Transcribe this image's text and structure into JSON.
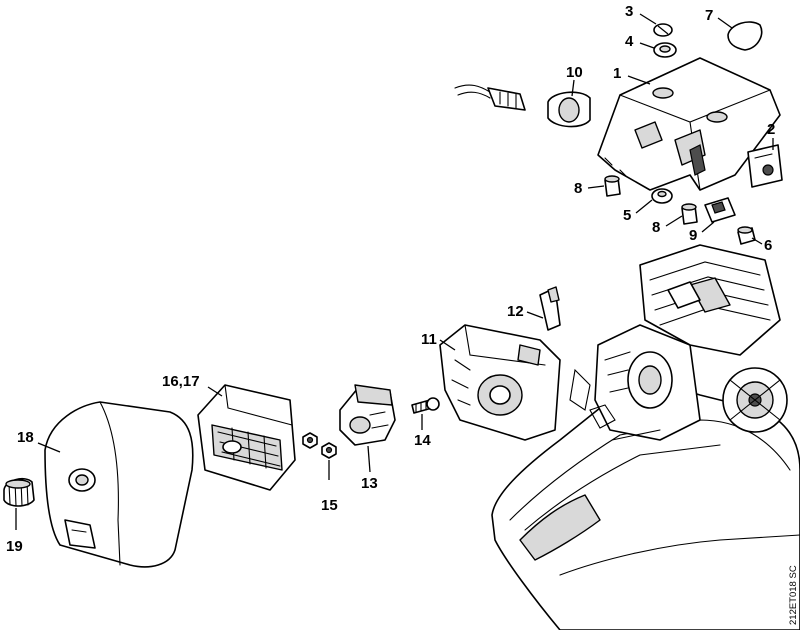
{
  "callouts": [
    {
      "id": "c1",
      "text": "1"
    },
    {
      "id": "c2",
      "text": "2"
    },
    {
      "id": "c3",
      "text": "3"
    },
    {
      "id": "c4",
      "text": "4"
    },
    {
      "id": "c5",
      "text": "5"
    },
    {
      "id": "c6",
      "text": "6"
    },
    {
      "id": "c7",
      "text": "7"
    },
    {
      "id": "c8a",
      "text": "8"
    },
    {
      "id": "c8b",
      "text": "8"
    },
    {
      "id": "c9",
      "text": "9"
    },
    {
      "id": "c10",
      "text": "10"
    },
    {
      "id": "c11",
      "text": "11"
    },
    {
      "id": "c12",
      "text": "12"
    },
    {
      "id": "c13",
      "text": "13"
    },
    {
      "id": "c14",
      "text": "14"
    },
    {
      "id": "c15",
      "text": "15"
    },
    {
      "id": "c1617",
      "text": "16,17"
    },
    {
      "id": "c18",
      "text": "18"
    },
    {
      "id": "c19",
      "text": "19"
    }
  ],
  "drawing_code": "212ET018 SC"
}
